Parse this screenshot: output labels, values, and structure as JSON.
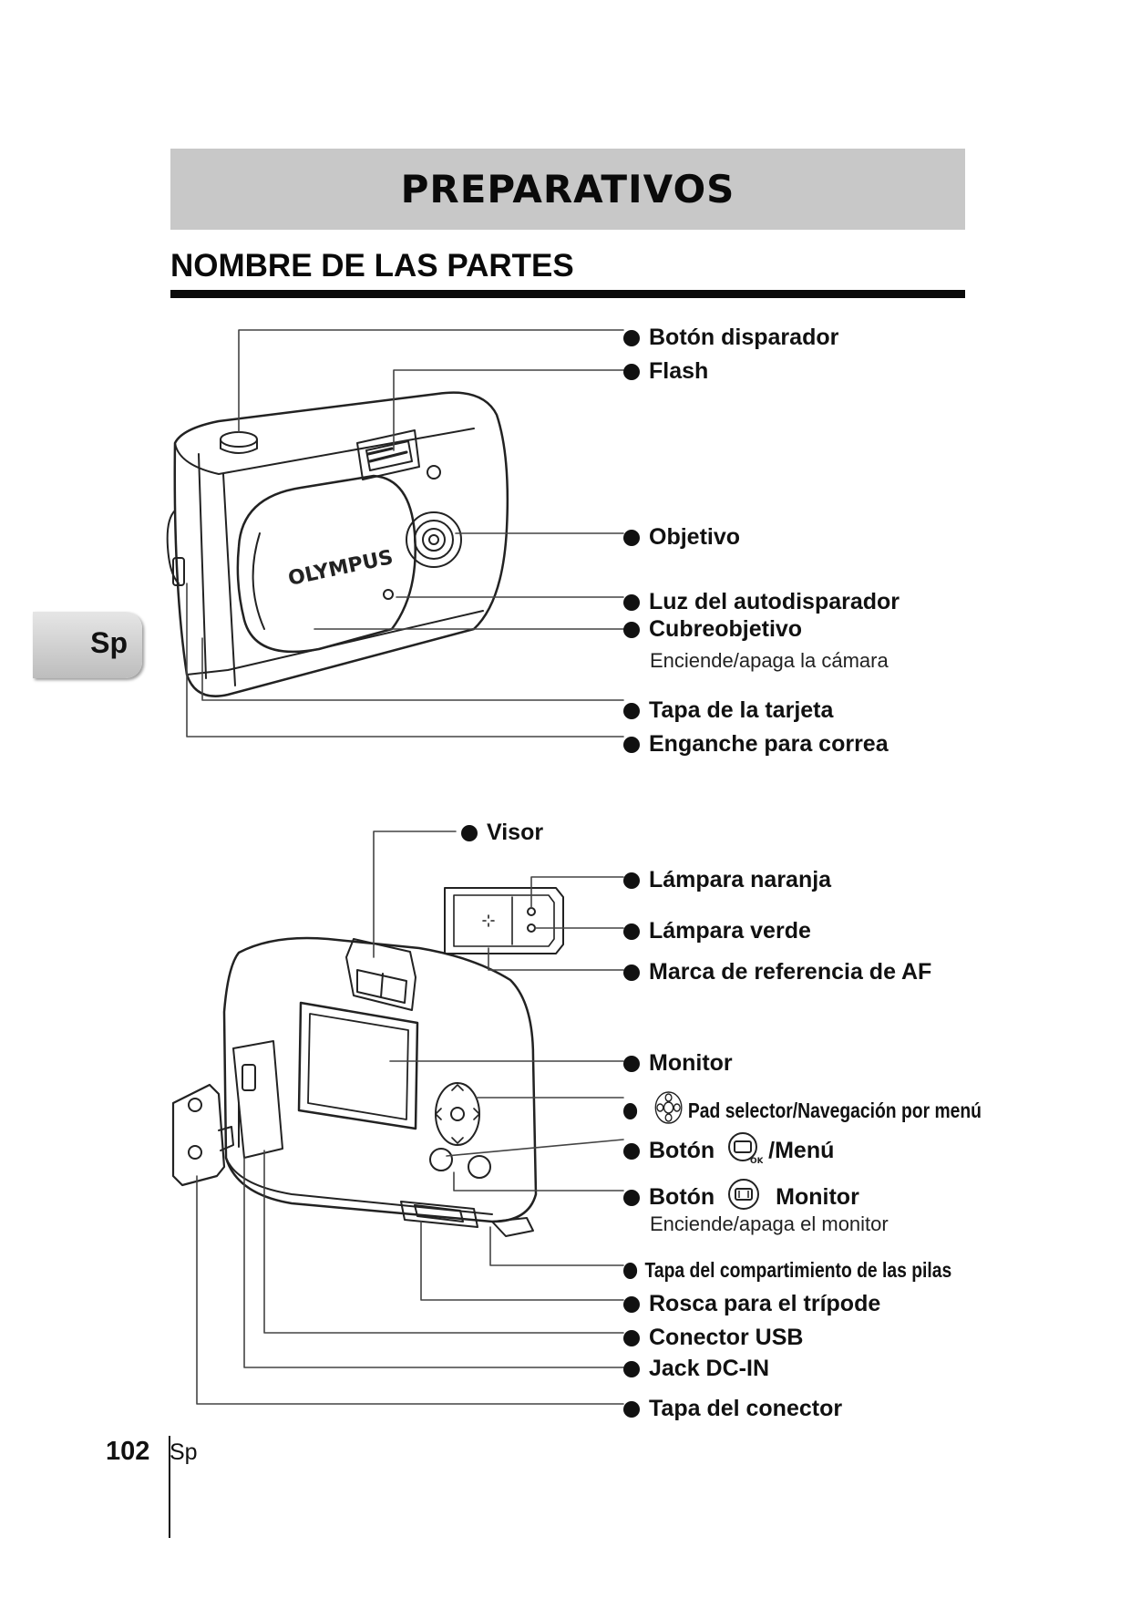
{
  "header": {
    "title": "PREPARATIVOS",
    "section": "NOMBRE DE LAS PARTES"
  },
  "side_tab": {
    "label": "Sp"
  },
  "front_view": {
    "brand_logo": "OLYMPUS",
    "labels": [
      {
        "text": "Botón disparador"
      },
      {
        "text": "Flash"
      },
      {
        "text": "Objetivo"
      },
      {
        "text": "Luz del autodisparador"
      },
      {
        "text": "Cubreobjetivo",
        "note": "Enciende/apaga la cámara"
      },
      {
        "text": "Tapa de la tarjeta"
      },
      {
        "text": "Enganche para correa"
      }
    ]
  },
  "back_view": {
    "labels": [
      {
        "text": "Visor"
      },
      {
        "text": "Lámpara naranja"
      },
      {
        "text": "Lámpara verde"
      },
      {
        "text": "Marca de referencia de AF"
      },
      {
        "text": "Monitor"
      },
      {
        "text": "Pad selector/Navegación por menú",
        "icon": "arrow-pad-icon"
      },
      {
        "text_before": "Botón",
        "text_after": "/Menú",
        "icon": "ok-button-icon"
      },
      {
        "text_before": "Botón",
        "text_after": "Monitor",
        "icon": "monitor-button-icon",
        "note": "Enciende/apaga el monitor"
      },
      {
        "text": "Tapa del compartimiento de las pilas"
      },
      {
        "text": "Rosca para el trípode"
      },
      {
        "text": "Conector USB"
      },
      {
        "text": "Jack DC-IN"
      },
      {
        "text": "Tapa del conector"
      }
    ]
  },
  "footer": {
    "page_number": "102",
    "language": "Sp"
  }
}
